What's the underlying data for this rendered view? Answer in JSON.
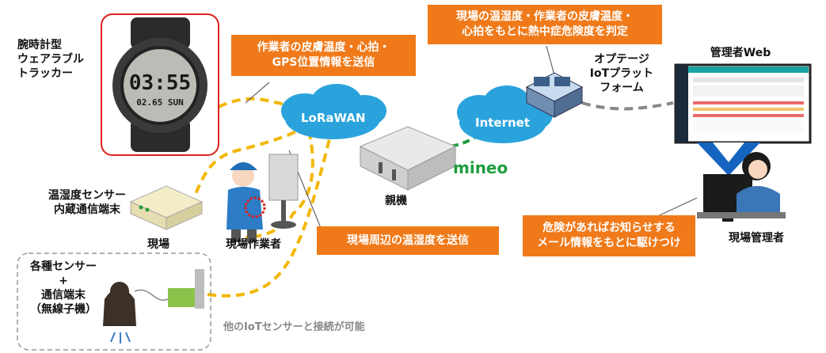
{
  "labels": {
    "wearable": "腕時計型\nウェアラブル\nトラッカー",
    "sensor_terminal": "温湿度センサー\n内蔵通信端末",
    "site": "現場",
    "worker": "現場作業者",
    "gateway": "親機",
    "platform": "オプテージ\nIoTプラット\nフォーム",
    "admin_web": "管理者Web",
    "site_manager": "現場管理者",
    "various_sensors": "各種センサー\n+\n通信端末\n（無線子機）",
    "other_iot_note": "他のIoTセンサーと接続が可能"
  },
  "callouts": {
    "send_vitals": "作業者の皮膚温度・心拍・\nGPS位置情報を送信",
    "send_env": "現場周辺の温湿度を送信",
    "judge_risk": "現場の温湿度・作業者の皮膚温度・\n心拍をもとに熱中症危険度を判定",
    "notify": "危険があればお知らせする\nメール情報をもとに駆けつけ"
  },
  "networks": {
    "lorawan": "LoRaWAN",
    "internet": "Internet",
    "carrier": "mineo"
  },
  "watch": {
    "time": "03:55",
    "date": "02.65 SUN"
  },
  "colors": {
    "accent_orange": "#f07a1a",
    "cloud_blue": "#2aa3dc",
    "dash_yellow": "#f2b705",
    "mineo_green": "#1e9e3e",
    "screen_blue": "#1565c0"
  }
}
